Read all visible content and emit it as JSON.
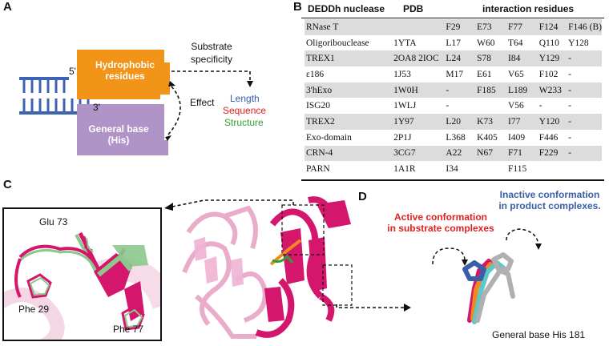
{
  "panels": {
    "a": "A",
    "b": "B",
    "c": "C",
    "d": "D"
  },
  "panel_a": {
    "strand_5": "5'",
    "strand_3": "3'",
    "hydrophobic_box": [
      "Hydrophobic",
      "residues"
    ],
    "general_base_box": [
      "General base",
      "(His)"
    ],
    "substrate_specificity": [
      "Substrate",
      "specificity"
    ],
    "effect": "Effect",
    "length": "Length",
    "sequence": "Sequence",
    "structure": "Structure",
    "colors": {
      "orange": "#F29418",
      "purple": "#B094C8",
      "blue": "#3060B0",
      "red": "#E02020",
      "green": "#30A030"
    }
  },
  "panel_b": {
    "headers": [
      "DEDDh nuclease",
      "PDB",
      "interaction residues"
    ],
    "rows": [
      [
        "RNase T",
        "",
        "F29",
        "E73",
        "F77",
        "F124",
        "F146 (B)"
      ],
      [
        "Oligoribouclease",
        "1YTA",
        "L17",
        "W60",
        "T64",
        "Q110",
        "Y128"
      ],
      [
        "TREX1",
        "2OA8 2IOC",
        "L24",
        "S78",
        "I84",
        "Y129",
        "-"
      ],
      [
        "ε186",
        "1J53",
        "M17",
        "E61",
        "V65",
        "F102",
        "-"
      ],
      [
        "3'hExo",
        "1W0H",
        "-",
        "F185",
        "L189",
        "W233",
        "-"
      ],
      [
        "ISG20",
        "1WLJ",
        "-",
        "",
        "V56",
        "-",
        "-"
      ],
      [
        "TREX2",
        "1Y97",
        "L20",
        "K73",
        "I77",
        "Y120",
        "-"
      ],
      [
        "Exo-domain",
        "2P1J",
        "L368",
        "K405",
        "I409",
        "F446",
        "-"
      ],
      [
        "CRN-4",
        "3CG7",
        "A22",
        "N67",
        "F71",
        "F229",
        "-"
      ],
      [
        "PARN",
        "1A1R",
        "I34",
        "",
        "F115",
        "",
        ""
      ]
    ]
  },
  "panel_c": {
    "glu73": "Glu 73",
    "phe29": "Phe 29",
    "phe77": "Phe 77",
    "colors": {
      "magenta": "#D4166C",
      "pink": "#F0B4D4",
      "green": "#8CC88C",
      "orange": "#F08A20"
    }
  },
  "panel_d": {
    "active": [
      "Active conformation",
      "in substrate complexes"
    ],
    "inactive": [
      "Inactive conformation",
      "in product complexes."
    ],
    "caption": "General base His 181"
  }
}
